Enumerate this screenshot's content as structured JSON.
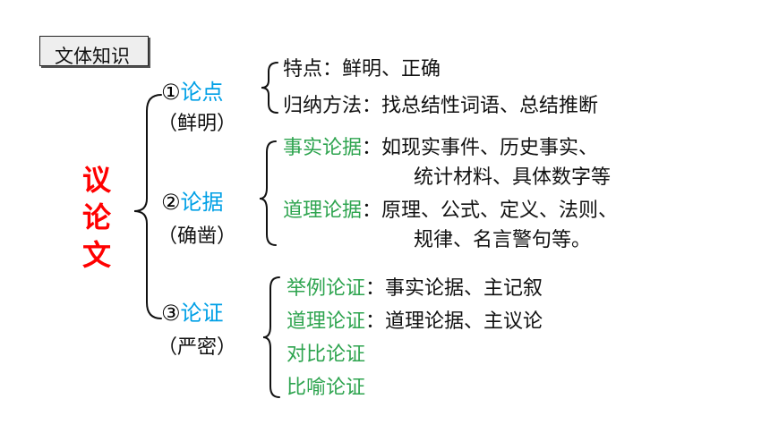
{
  "title_box": "文体知识",
  "topic": [
    "议",
    "论",
    "文"
  ],
  "branches": [
    {
      "num": "①",
      "label": "论点",
      "paren": "（鲜明）",
      "items": [
        {
          "label": "特点：",
          "text": [
            "鲜明、正确"
          ],
          "highlight": false
        },
        {
          "label": "归纳方法：",
          "text": [
            "找总结性词语、总结推断"
          ],
          "highlight": false
        }
      ]
    },
    {
      "num": "②",
      "label": "论据",
      "paren": "（确凿）",
      "items": [
        {
          "label": "事实论据",
          "sep": "：",
          "text": [
            "如现实事件、历史事实、",
            "统计材料、具体数字等"
          ],
          "highlight": true
        },
        {
          "label": "道理论据",
          "sep": "：",
          "text": [
            "原理、公式、定义、法则、",
            "规律、名言警句等。"
          ],
          "highlight": true
        }
      ]
    },
    {
      "num": "③",
      "label": "论证",
      "paren": "（严密）",
      "items": [
        {
          "label": "举例论证",
          "sep": "：",
          "text": [
            "事实论据、主记叙"
          ],
          "highlight": true
        },
        {
          "label": "道理论证",
          "sep": "：",
          "text": [
            "道理论据、主议论"
          ],
          "highlight": true
        },
        {
          "label": "对比论证",
          "sep": "",
          "text": [],
          "highlight": true
        },
        {
          "label": "比喻论证",
          "sep": "",
          "text": [],
          "highlight": true
        }
      ]
    }
  ],
  "colors": {
    "topic": "#ff0000",
    "branch_label": "#00a0e6",
    "sub_label": "#2ea44f",
    "text": "#111111"
  }
}
